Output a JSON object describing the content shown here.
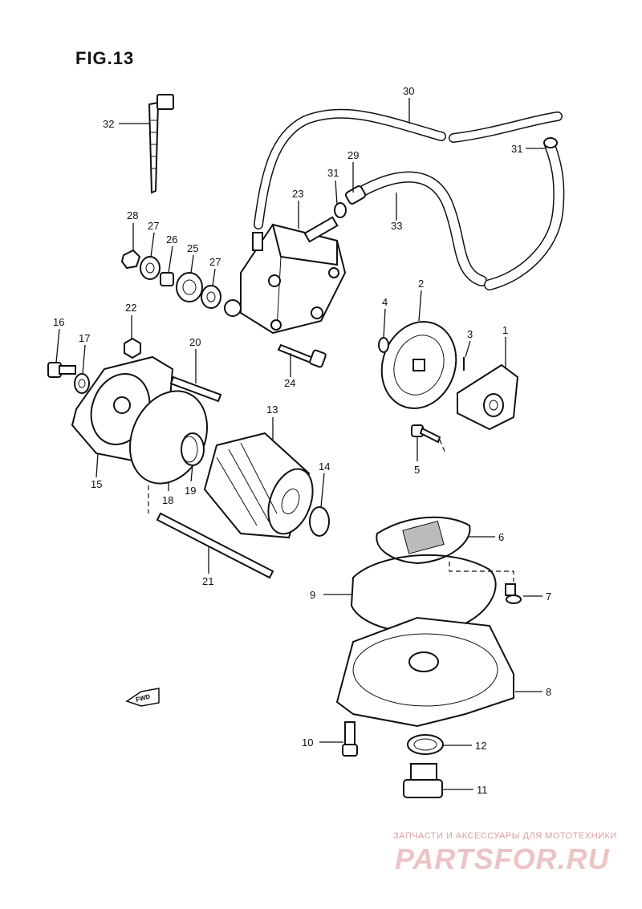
{
  "figure": {
    "title": "FIG.13"
  },
  "callouts": [
    "1",
    "2",
    "3",
    "4",
    "5",
    "6",
    "7",
    "8",
    "9",
    "10",
    "11",
    "12",
    "13",
    "14",
    "15",
    "16",
    "17",
    "18",
    "19",
    "20",
    "21",
    "22",
    "23",
    "24",
    "25",
    "26",
    "27",
    "28",
    "29",
    "30",
    "31",
    "32",
    "33"
  ],
  "callout_27b": "27",
  "callout_31b": "31",
  "fwd_mark": "FWD",
  "watermark": {
    "line1": "ЗАПЧАСТИ И АКСЕССУАРЫ ДЛЯ МОТОТЕХНИКИ",
    "line2": "PARTSFOR.RU"
  }
}
